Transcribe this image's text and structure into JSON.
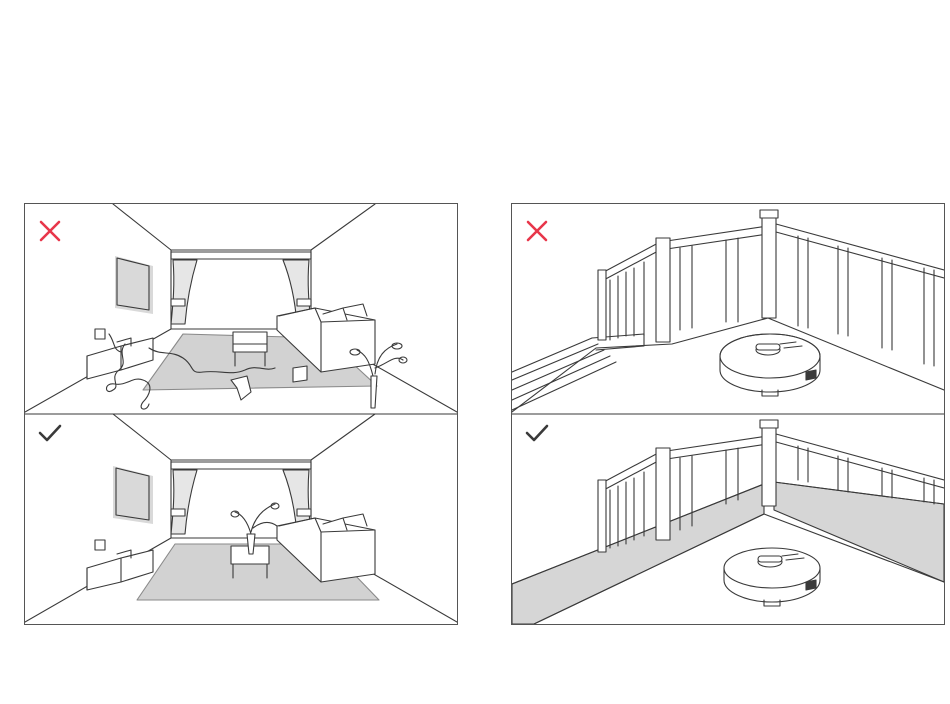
{
  "colors": {
    "line": "#3a3a3a",
    "wrong_mark": "#e8364a",
    "correct_mark": "#3a3a3a",
    "rug": "#d2d2d2",
    "shade": "#d6d6d6",
    "page": "#ffffff"
  },
  "icons": {
    "wrong": "cross-icon",
    "correct": "check-icon"
  },
  "panels": [
    {
      "id": "room",
      "top_mark": "wrong",
      "bottom_mark": "correct"
    },
    {
      "id": "stairs",
      "top_mark": "wrong",
      "bottom_mark": "correct"
    }
  ]
}
